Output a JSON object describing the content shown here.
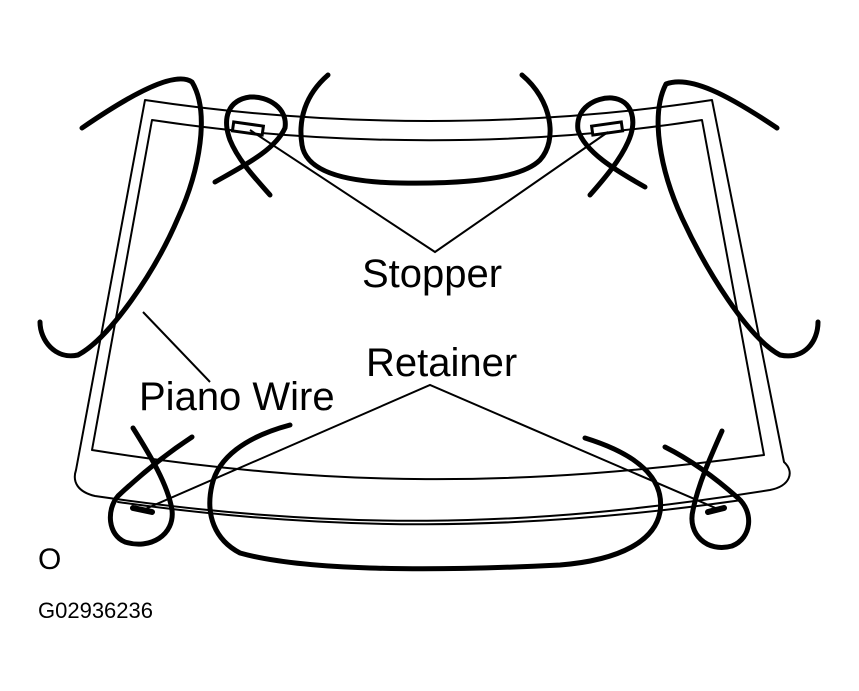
{
  "labels": {
    "stopper": "Stopper",
    "retainer": "Retainer",
    "piano_wire": "Piano Wire",
    "corner_mark": "O",
    "figure_code": "G02936236"
  }
}
